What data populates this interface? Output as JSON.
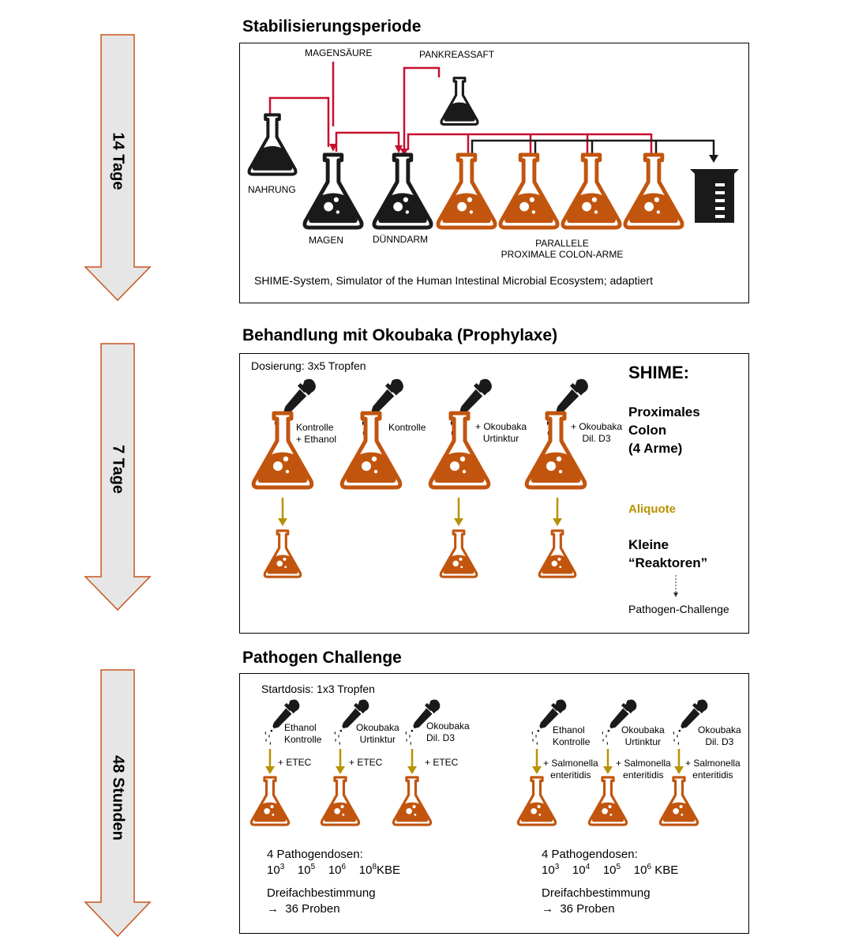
{
  "timeline": [
    {
      "label": "14 Tage"
    },
    {
      "label": "7 Tage"
    },
    {
      "label": "48 Stunden"
    }
  ],
  "stage1": {
    "title": "Stabilisierungsperiode",
    "labels": {
      "magensaeure": "MAGENSÄURE",
      "pankreassaft": "PANKREASSAFT",
      "nahrung": "NAHRUNG",
      "magen": "MAGEN",
      "duenndarm": "DÜNNDARM",
      "parallele_line1": "PARALLELE",
      "parallele_line2": "PROXIMALE COLON-ARME"
    },
    "caption": "SHIME-System, Simulator of the Human Intestinal Microbial Ecosystem; adaptiert"
  },
  "stage2": {
    "title": "Behandlung mit Okoubaka (Prophylaxe)",
    "dosage": "Dosierung: 3x5 Tropfen",
    "arms": [
      {
        "line1": "Kontrolle",
        "line2": "+ Ethanol"
      },
      {
        "line1": "Kontrolle",
        "line2": ""
      },
      {
        "line1": "+ Okoubaka",
        "line2": "Urtinktur"
      },
      {
        "line1": "+ Okoubaka",
        "line2": "Dil. D3"
      }
    ],
    "legend": {
      "shime": "SHIME:",
      "proximales_line1": "Proximales",
      "proximales_line2": "Colon",
      "proximales_line3": "(4 Arme)",
      "aliquote": "Aliquote",
      "kleine_line1": "Kleine",
      "kleine_line2": "“Reaktoren”",
      "pathogen_challenge": "Pathogen-Challenge"
    }
  },
  "stage3": {
    "title": "Pathogen Challenge",
    "startdose": "Startdosis: 1x3 Tropfen",
    "etec_group": [
      {
        "line1": "Ethanol",
        "line2": "Kontrolle",
        "pathogen": "+ ETEC"
      },
      {
        "line1": "Okoubaka",
        "line2": "Urtinktur",
        "pathogen": "+ ETEC"
      },
      {
        "line1": "Okoubaka",
        "line2": "Dil. D3",
        "pathogen": "+ ETEC"
      }
    ],
    "salmonella_group": [
      {
        "line1": "Ethanol",
        "line2": "Kontrolle",
        "pathogen1": "+ Salmonella",
        "pathogen2": "enteritidis"
      },
      {
        "line1": "Okoubaka",
        "line2": "Urtinktur",
        "pathogen1": "+ Salmonella",
        "pathogen2": "enteritidis"
      },
      {
        "line1": "Okoubaka",
        "line2": "Dil. D3",
        "pathogen1": "+ Salmonella",
        "pathogen2": "enteritidis"
      }
    ],
    "left_summary": {
      "doses_label": "4 Pathogendosen:",
      "doses": [
        {
          "base": "10",
          "exp": "3"
        },
        {
          "base": "10",
          "exp": "5"
        },
        {
          "base": "10",
          "exp": "6"
        },
        {
          "base": "10",
          "exp": "8"
        }
      ],
      "unit": "KBE",
      "replicates": "Dreifachbestimmung",
      "samples": "→  36 Proben"
    },
    "right_summary": {
      "doses_label": "4 Pathogendosen:",
      "doses": [
        {
          "base": "10",
          "exp": "3"
        },
        {
          "base": "10",
          "exp": "4"
        },
        {
          "base": "10",
          "exp": "5"
        },
        {
          "base": "10",
          "exp": "6"
        }
      ],
      "unit": "KBE",
      "replicates": "Dreifachbestimmung",
      "samples": "→  36 Proben"
    }
  },
  "colors": {
    "orange": "#c2550e",
    "flask_black": "#1a1a1a",
    "tube_red": "#c8102e",
    "gold": "#b89200",
    "arrow_fill": "#e6e6e6",
    "arrow_stroke": "#c7551e"
  }
}
